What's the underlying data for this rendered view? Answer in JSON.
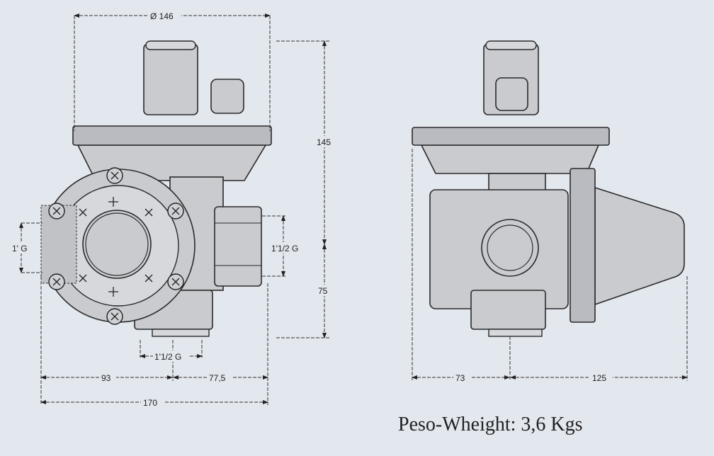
{
  "dimensions": {
    "top_diameter": "Ø 146",
    "height_total": "145",
    "height_lower": "75",
    "inlet_left": "1' G",
    "outlet_right": "1'1/2 G",
    "outlet_bottom": "1'1/2 G",
    "width_left": "93",
    "width_right": "77,5",
    "width_total": "170",
    "side_left": "73",
    "side_right": "125"
  },
  "caption": "Peso-Wheight: 3,6 Kgs"
}
